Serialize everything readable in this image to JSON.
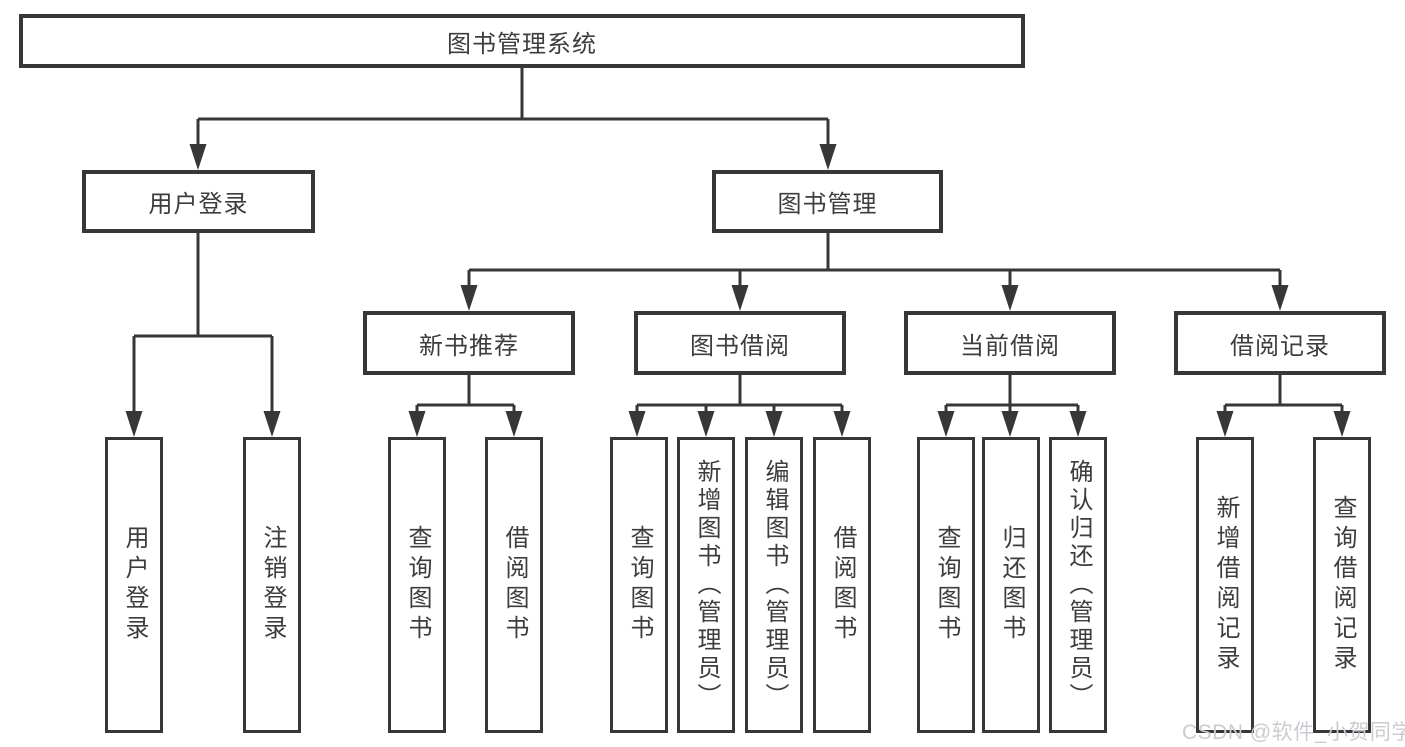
{
  "diagram": {
    "title_node": {
      "label": "图书管理系统"
    },
    "level2": [
      {
        "id": "user-login",
        "label": "用户登录"
      },
      {
        "id": "book-management",
        "label": "图书管理"
      }
    ],
    "level3": [
      {
        "id": "new-book-recommend",
        "label": "新书推荐"
      },
      {
        "id": "book-borrowing",
        "label": "图书借阅"
      },
      {
        "id": "current-borrowing",
        "label": "当前借阅"
      },
      {
        "id": "borrowing-records",
        "label": "借阅记录"
      }
    ],
    "leaves": [
      {
        "id": "user-login-leaf",
        "label": "用户登录"
      },
      {
        "id": "logout",
        "label": "注销登录"
      },
      {
        "id": "query-books-recommend",
        "label": "查询图书"
      },
      {
        "id": "borrow-books-recommend",
        "label": "借阅图书"
      },
      {
        "id": "query-books-borrowing",
        "label": "查询图书"
      },
      {
        "id": "add-books-admin",
        "label": "新增图书（管理员）"
      },
      {
        "id": "edit-books-admin",
        "label": "编辑图书（管理员）"
      },
      {
        "id": "borrow-books-borrowing",
        "label": "借阅图书"
      },
      {
        "id": "query-books-current",
        "label": "查询图书"
      },
      {
        "id": "return-books",
        "label": "归还图书"
      },
      {
        "id": "confirm-return-admin",
        "label": "确认归还（管理员）"
      },
      {
        "id": "add-borrow-record",
        "label": "新增借阅记录"
      },
      {
        "id": "query-borrow-record",
        "label": "查询借阅记录"
      }
    ]
  },
  "watermark": {
    "text": "CSDN @软件_小贺同学"
  },
  "colors": {
    "line": "#373737",
    "box_border": "#373737",
    "text": "#3d3d3d",
    "background": "#ffffff",
    "watermark_text": "#c9cdd1"
  }
}
